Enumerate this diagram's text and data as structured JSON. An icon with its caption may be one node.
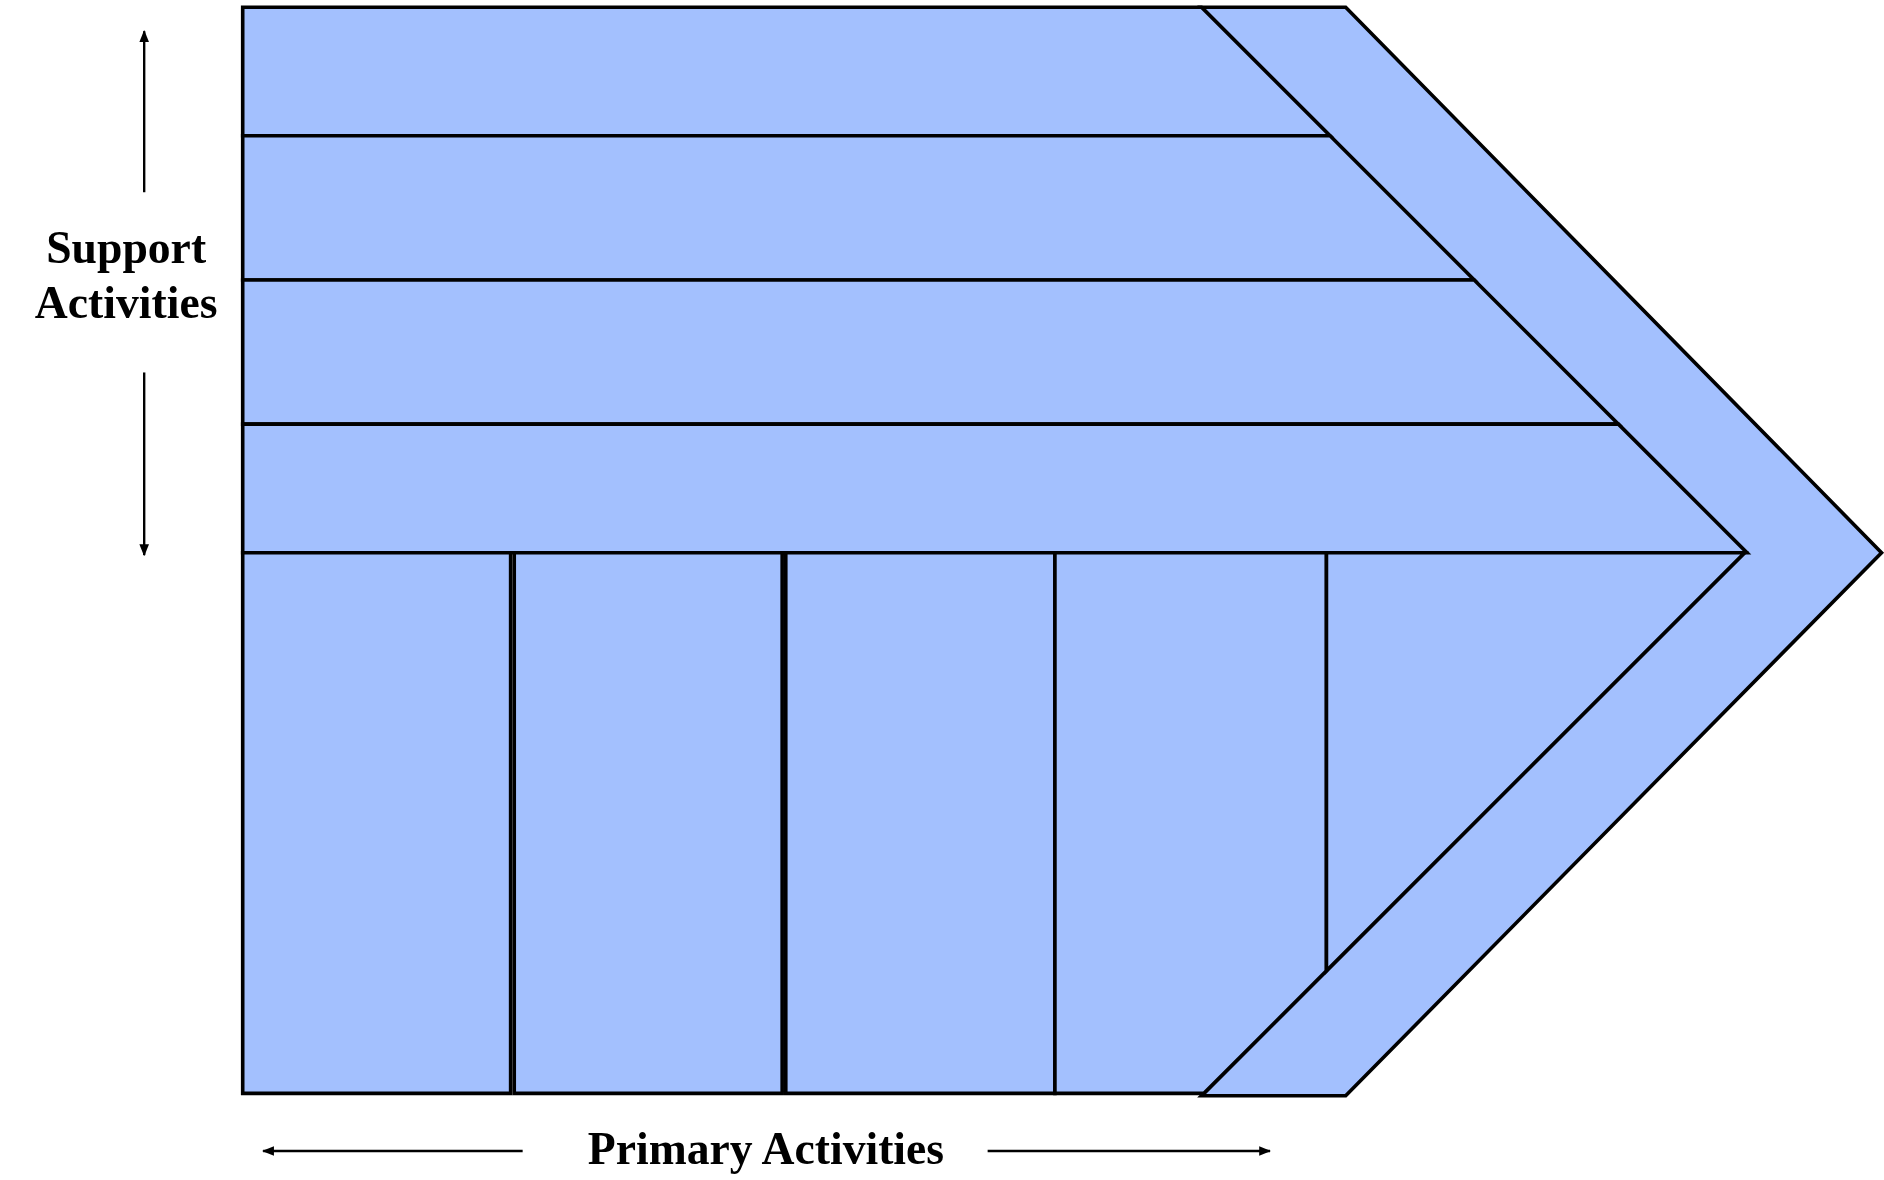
{
  "diagram": {
    "nodes": [
      {
        "text": [],
        "shape": "bar"
      },
      {
        "text": [],
        "shape": "bar"
      },
      {
        "text": [],
        "shape": "bar"
      },
      {
        "text": [],
        "shape": "bar"
      },
      {
        "text": [],
        "shape": "box"
      },
      {
        "text": [],
        "shape": "box"
      },
      {
        "text": [],
        "shape": "box"
      },
      {
        "text": [],
        "shape": "box"
      },
      {
        "text": [],
        "shape": "box"
      },
      {
        "text": [],
        "shape": "chevron"
      }
    ],
    "labels": [
      "Support Activities",
      "Primary Activities"
    ]
  }
}
